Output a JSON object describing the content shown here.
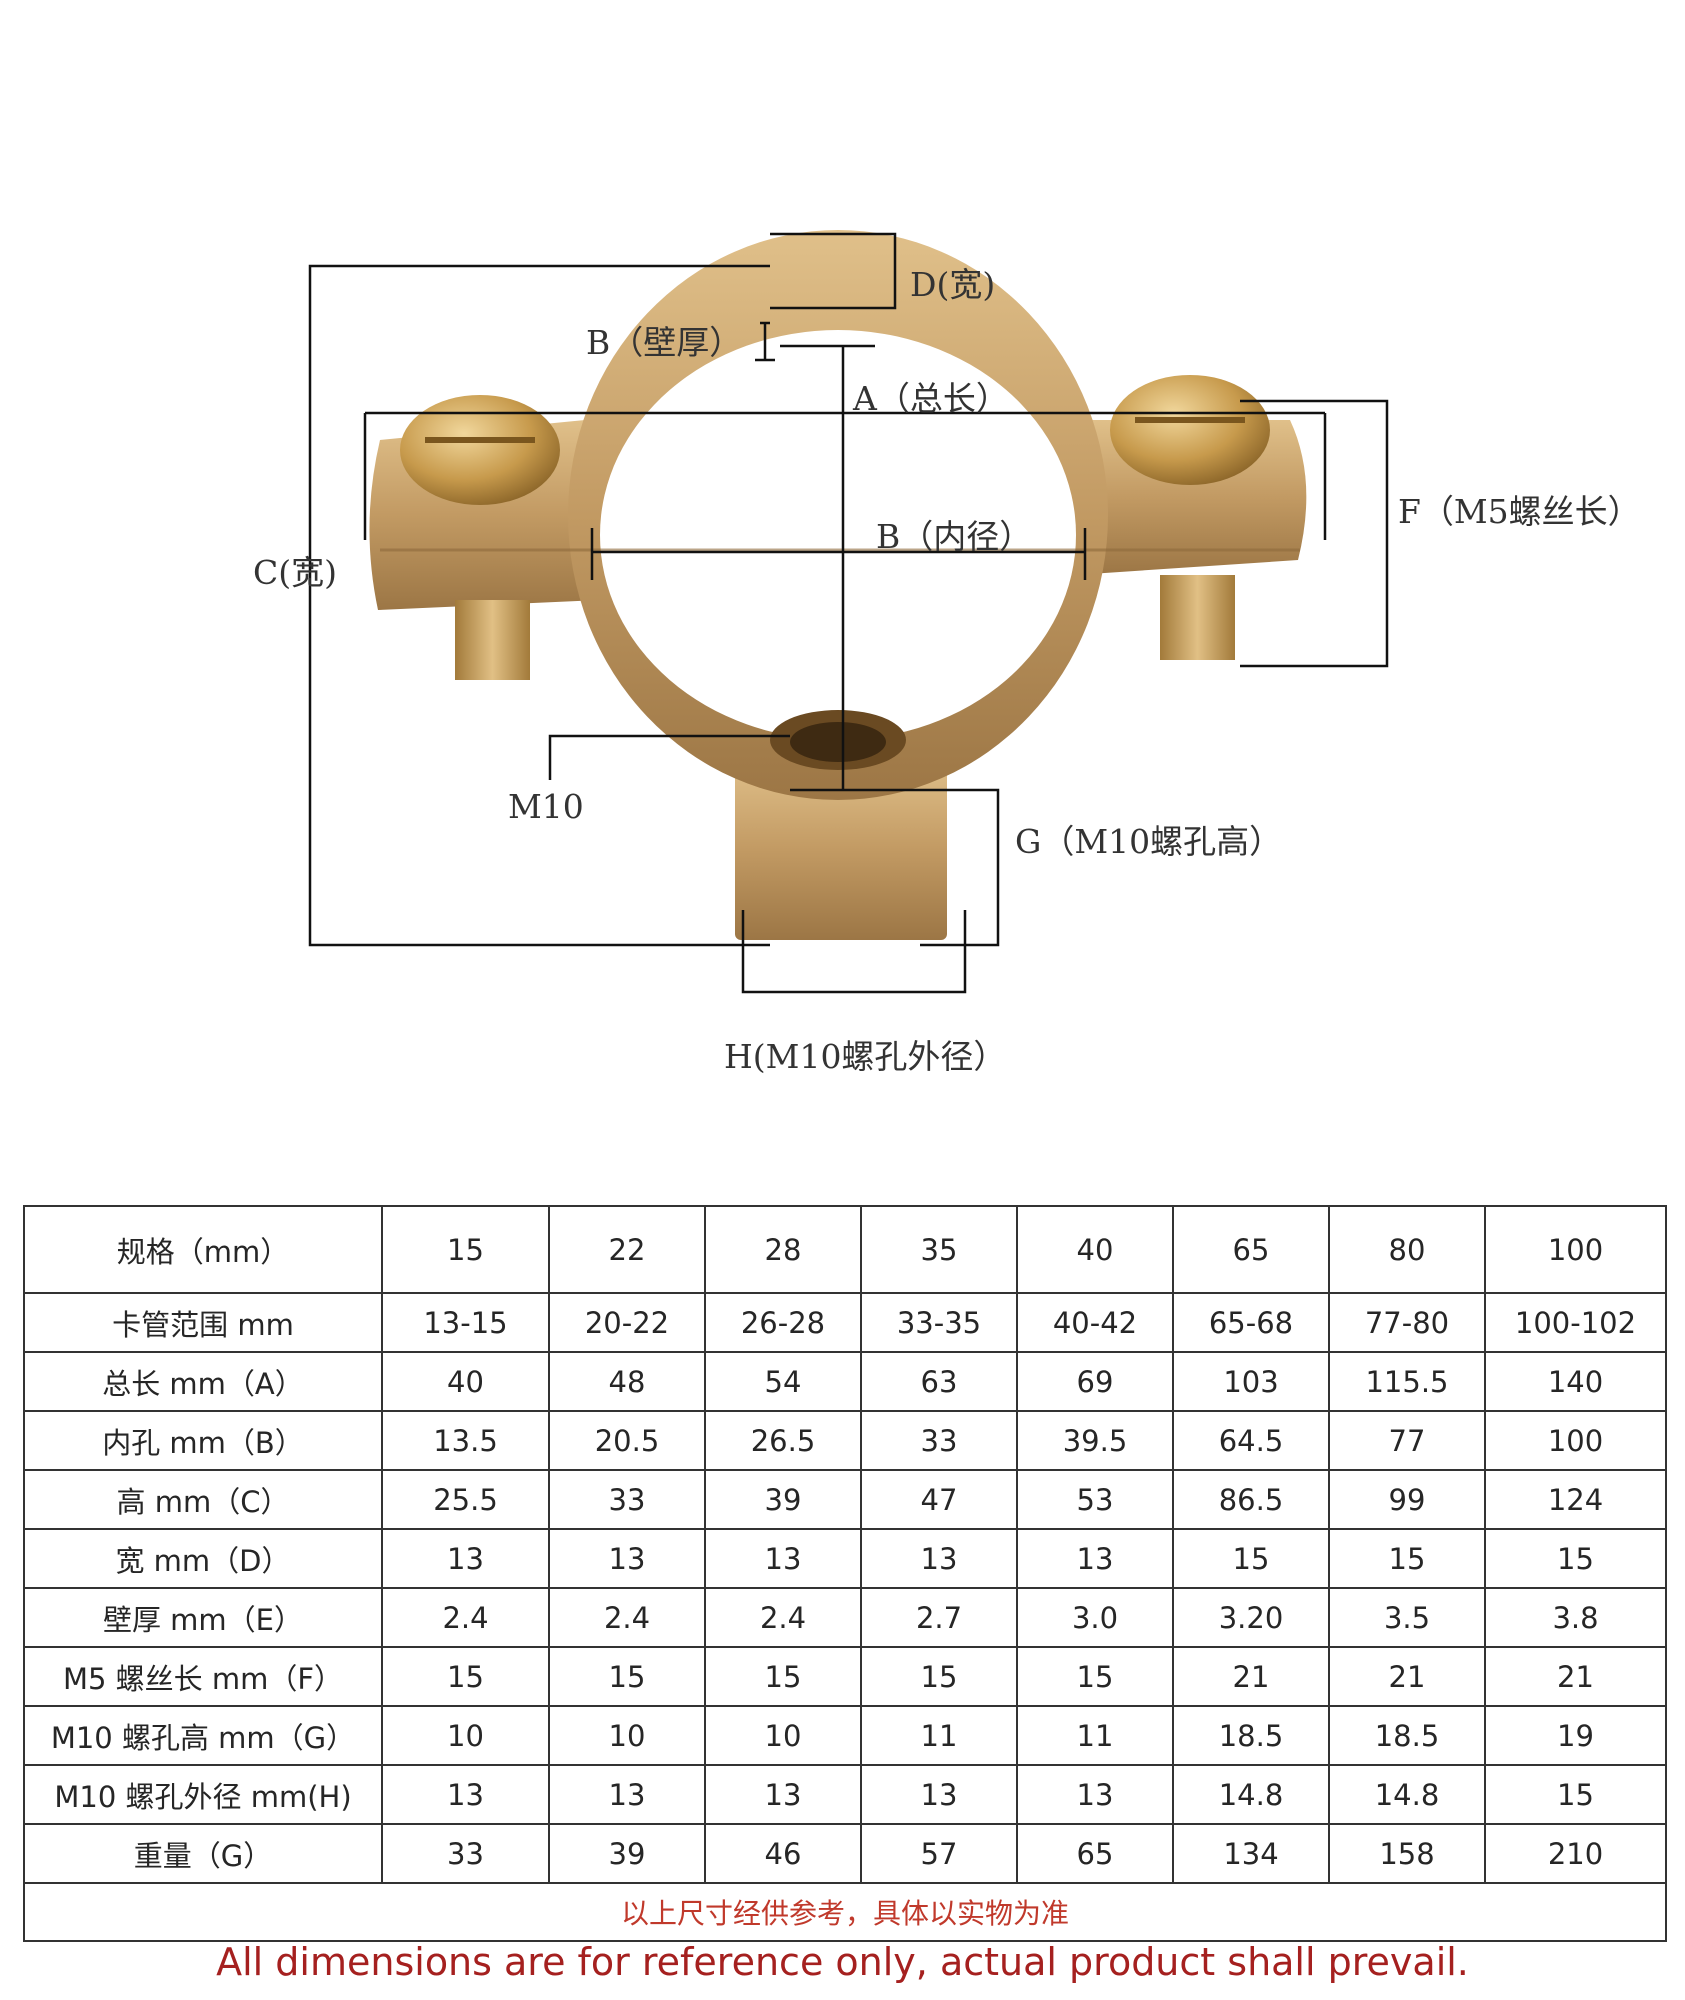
{
  "diagram": {
    "labels": {
      "d": "D(宽)",
      "e": "B（壁厚）",
      "a": "A（总长）",
      "b": "B（内径）",
      "c": "C(宽)",
      "f": "F（M5螺丝长）",
      "m10": "M10",
      "g": "G（M10螺孔高）",
      "h": "H(M10螺孔外径）"
    }
  },
  "table": {
    "header_label": "规格（mm）",
    "sizes": [
      "15",
      "22",
      "28",
      "35",
      "40",
      "65",
      "80",
      "100"
    ],
    "rows": [
      {
        "label": "卡管范围 mm",
        "values": [
          "13-15",
          "20-22",
          "26-28",
          "33-35",
          "40-42",
          "65-68",
          "77-80",
          "100-102"
        ]
      },
      {
        "label": "总长 mm（A）",
        "values": [
          "40",
          "48",
          "54",
          "63",
          "69",
          "103",
          "115.5",
          "140"
        ]
      },
      {
        "label": "内孔 mm（B）",
        "values": [
          "13.5",
          "20.5",
          "26.5",
          "33",
          "39.5",
          "64.5",
          "77",
          "100"
        ]
      },
      {
        "label": "高 mm（C）",
        "values": [
          "25.5",
          "33",
          "39",
          "47",
          "53",
          "86.5",
          "99",
          "124"
        ]
      },
      {
        "label": "宽 mm（D）",
        "values": [
          "13",
          "13",
          "13",
          "13",
          "13",
          "15",
          "15",
          "15"
        ]
      },
      {
        "label": "壁厚 mm（E）",
        "values": [
          "2.4",
          "2.4",
          "2.4",
          "2.7",
          "3.0",
          "3.20",
          "3.5",
          "3.8"
        ]
      },
      {
        "label": "M5 螺丝长 mm（F）",
        "values": [
          "15",
          "15",
          "15",
          "15",
          "15",
          "21",
          "21",
          "21"
        ]
      },
      {
        "label": "M10 螺孔高 mm（G）",
        "values": [
          "10",
          "10",
          "10",
          "11",
          "11",
          "18.5",
          "18.5",
          "19"
        ]
      },
      {
        "label": "M10 螺孔外径 mm(H)",
        "values": [
          "13",
          "13",
          "13",
          "13",
          "13",
          "14.8",
          "14.8",
          "15"
        ]
      },
      {
        "label": "重量（G）",
        "values": [
          "33",
          "39",
          "46",
          "57",
          "65",
          "134",
          "158",
          "210"
        ]
      }
    ],
    "note_cn": "以上尺寸经供参考，具体以实物为准"
  },
  "footer_note": "All dimensions are for reference only, actual product shall prevail.",
  "colors": {
    "brass": "#c29a63",
    "brass_dark": "#8e6a3c",
    "brass_light": "#e3c48e",
    "note_red": "#c0392b"
  }
}
